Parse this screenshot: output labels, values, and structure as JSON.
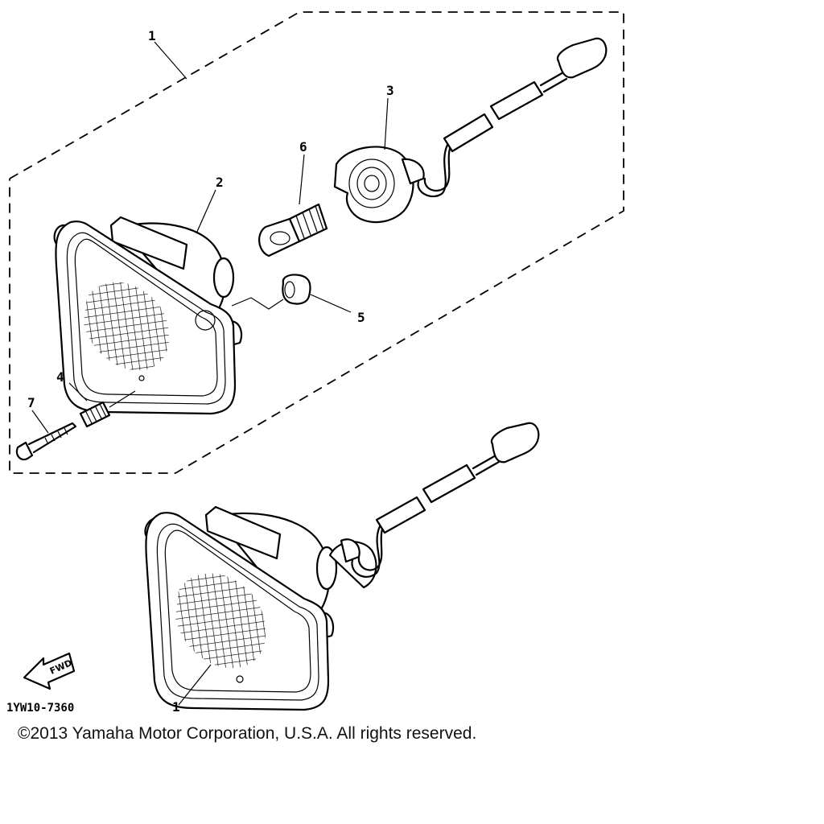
{
  "diagram": {
    "callouts": {
      "part_1_top": "1",
      "part_1_bottom": "1",
      "part_2": "2",
      "part_3": "3",
      "part_4": "4",
      "part_5": "5",
      "part_6": "6",
      "part_7": "7"
    },
    "fwd_label": "FWD",
    "drawing_code": "1YW10-7360"
  },
  "footer": {
    "copyright": "©2013 Yamaha Motor Corporation, U.S.A. All rights reserved."
  }
}
